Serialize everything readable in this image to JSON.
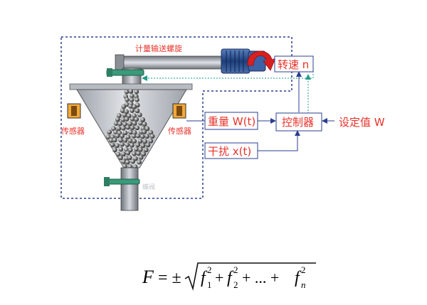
{
  "diagram": {
    "screw_label": "计量输送螺旋",
    "speed_label": "转速 n",
    "weight_label": "重量 W(t)",
    "controller_label": "控制器",
    "setpoint_label": "设定值 W",
    "disturbance_label": "干扰 x(t)",
    "sensor_left_label": "传感器",
    "sensor_right_label": "传感器",
    "valve_label": "蝶阀",
    "colors": {
      "label_red": "#e8322a",
      "dashed_blue": "#2b3f8f",
      "hopper_gray": "#c9ccd2",
      "motor_blue": "#2c4f8f",
      "arrow_red": "#d82020",
      "clamp_green": "#3a9a7a"
    }
  },
  "formula": {
    "lhs": "F",
    "op": "= ±",
    "t1": "f",
    "s1": "1",
    "t2": "f",
    "s2": "2",
    "dots": "+ ... +",
    "t3": "f",
    "s3": "n",
    "exp": "2"
  }
}
